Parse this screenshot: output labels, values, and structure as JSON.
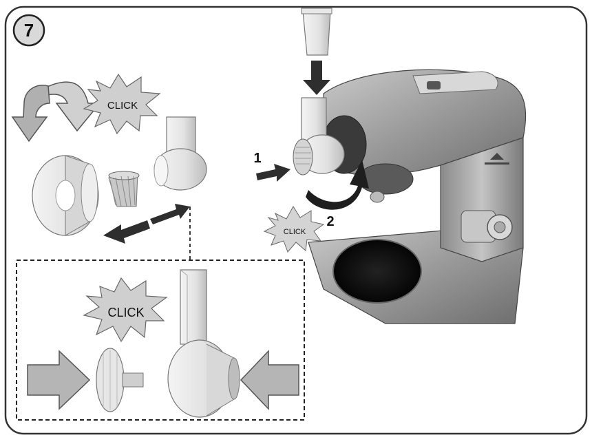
{
  "step": {
    "number": "7"
  },
  "labels": {
    "click_top_left": "CLICK",
    "click_mixer": "CLICK",
    "click_detail": "CLICK",
    "step_one": "1",
    "step_two": "2"
  },
  "colors": {
    "frame": "#333333",
    "arrow_fill": "#3a3a3a",
    "outline_arrow_fill": "#b5b5b5",
    "mixer_body": "#9a9a9a",
    "part_fill": "#e8e8e8"
  },
  "icons": [
    "rotate-arrow-icon",
    "click-burst-icon",
    "push-arrow-icon",
    "pull-arrow-icon",
    "insert-arrow-icon"
  ]
}
